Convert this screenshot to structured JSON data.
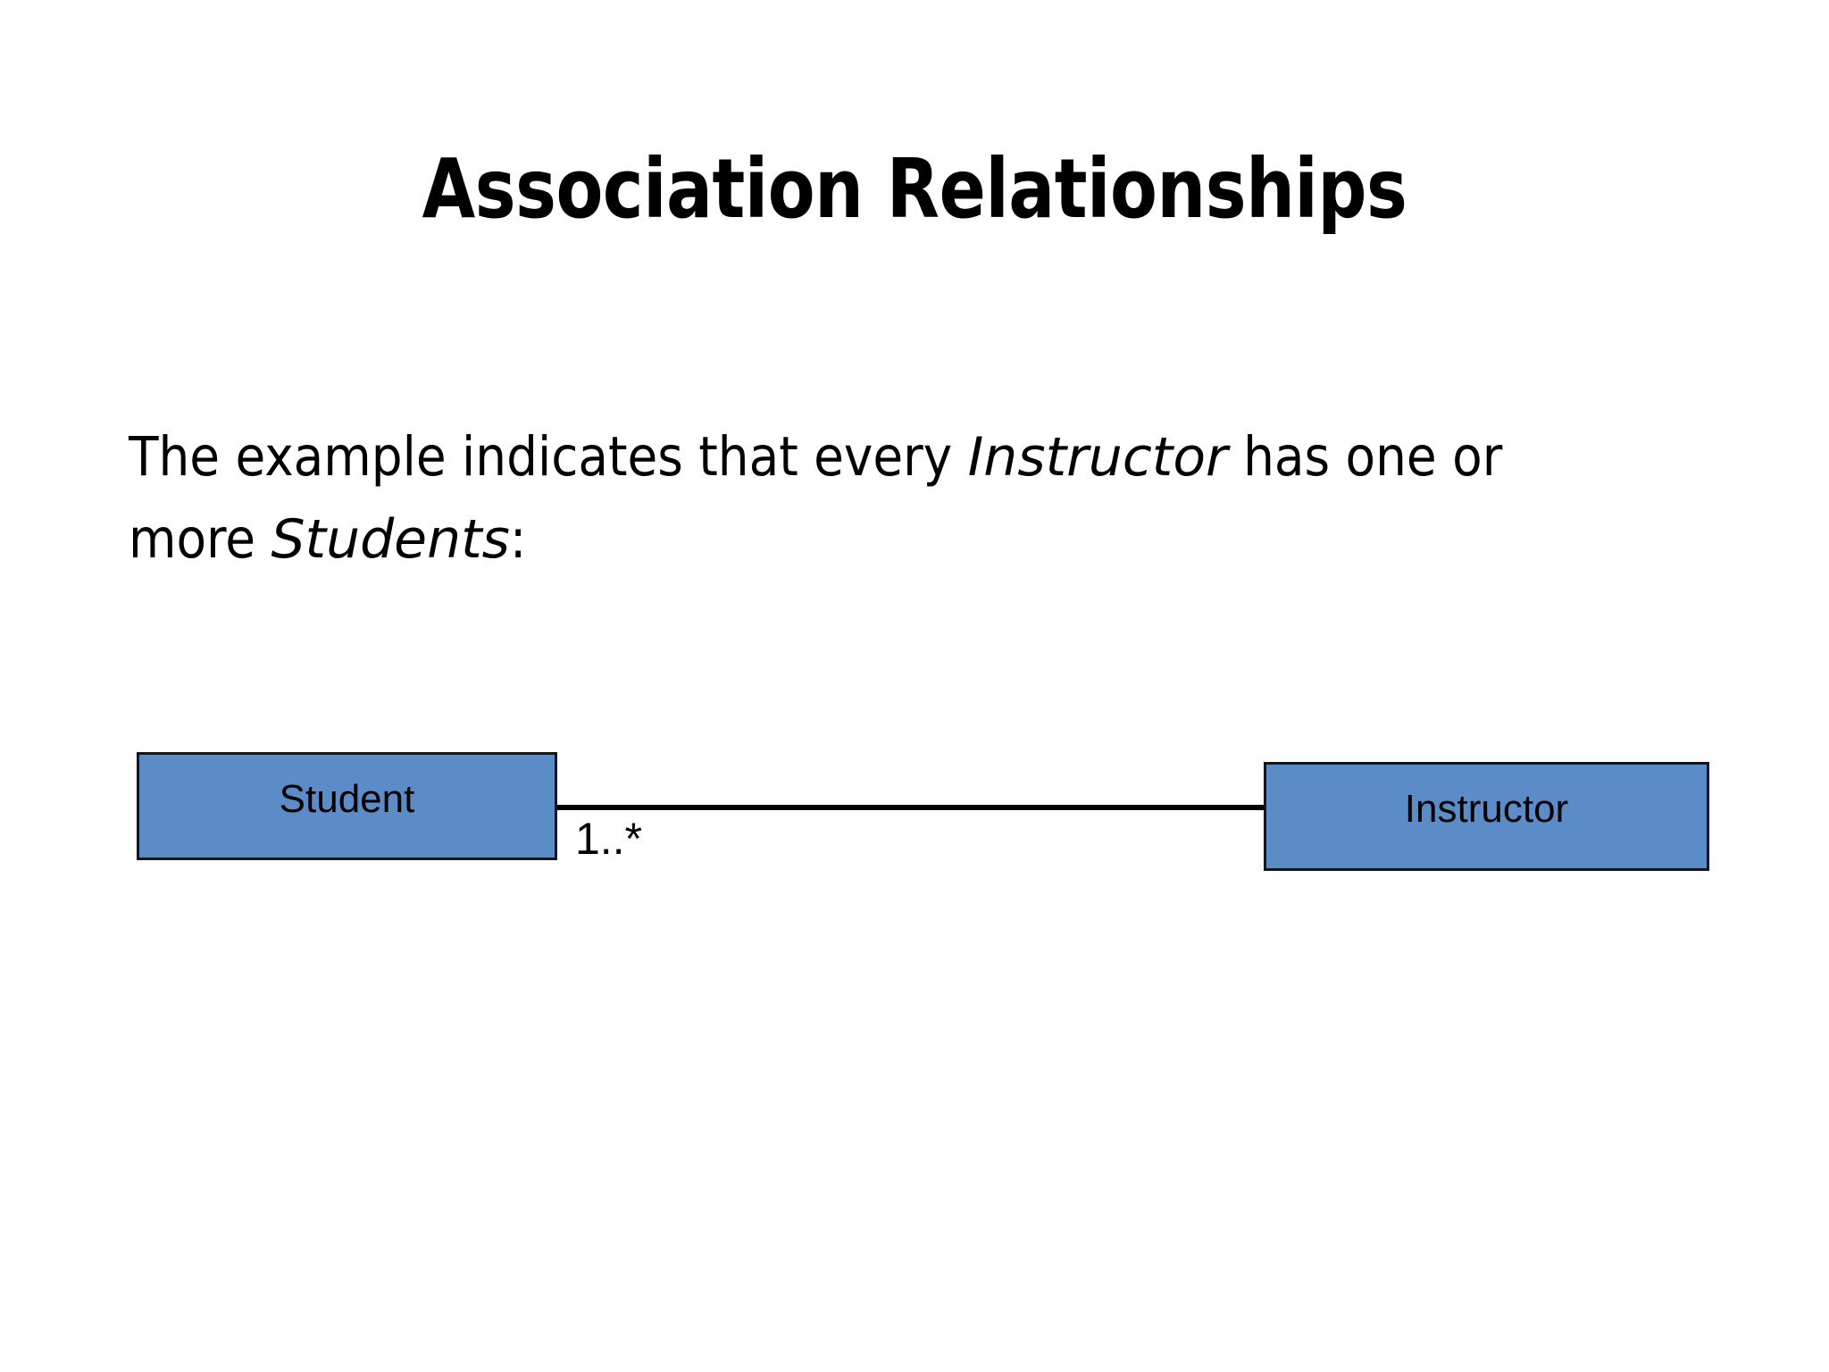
{
  "slide": {
    "title": "Association Relationships",
    "background_color": "#FFFFFF",
    "body": {
      "line1_part1": "The example indicates that every ",
      "line1_emphasis": "Instructor",
      "line1_part2": " has one or",
      "line2_part1": "more ",
      "line2_emphasis": "Students",
      "line2_part2": ":"
    }
  },
  "diagram": {
    "type": "uml-class-association",
    "box_fill_color": "#5B8CC8",
    "box_border_color": "#13161C",
    "line_color": "#000000",
    "classes": [
      {
        "name": "Student",
        "id": "box-student"
      },
      {
        "name": "Instructor",
        "id": "box-instructor"
      }
    ],
    "association": {
      "multiplicity_student_end": "1..*",
      "multiplicity_instructor_end": ""
    }
  }
}
